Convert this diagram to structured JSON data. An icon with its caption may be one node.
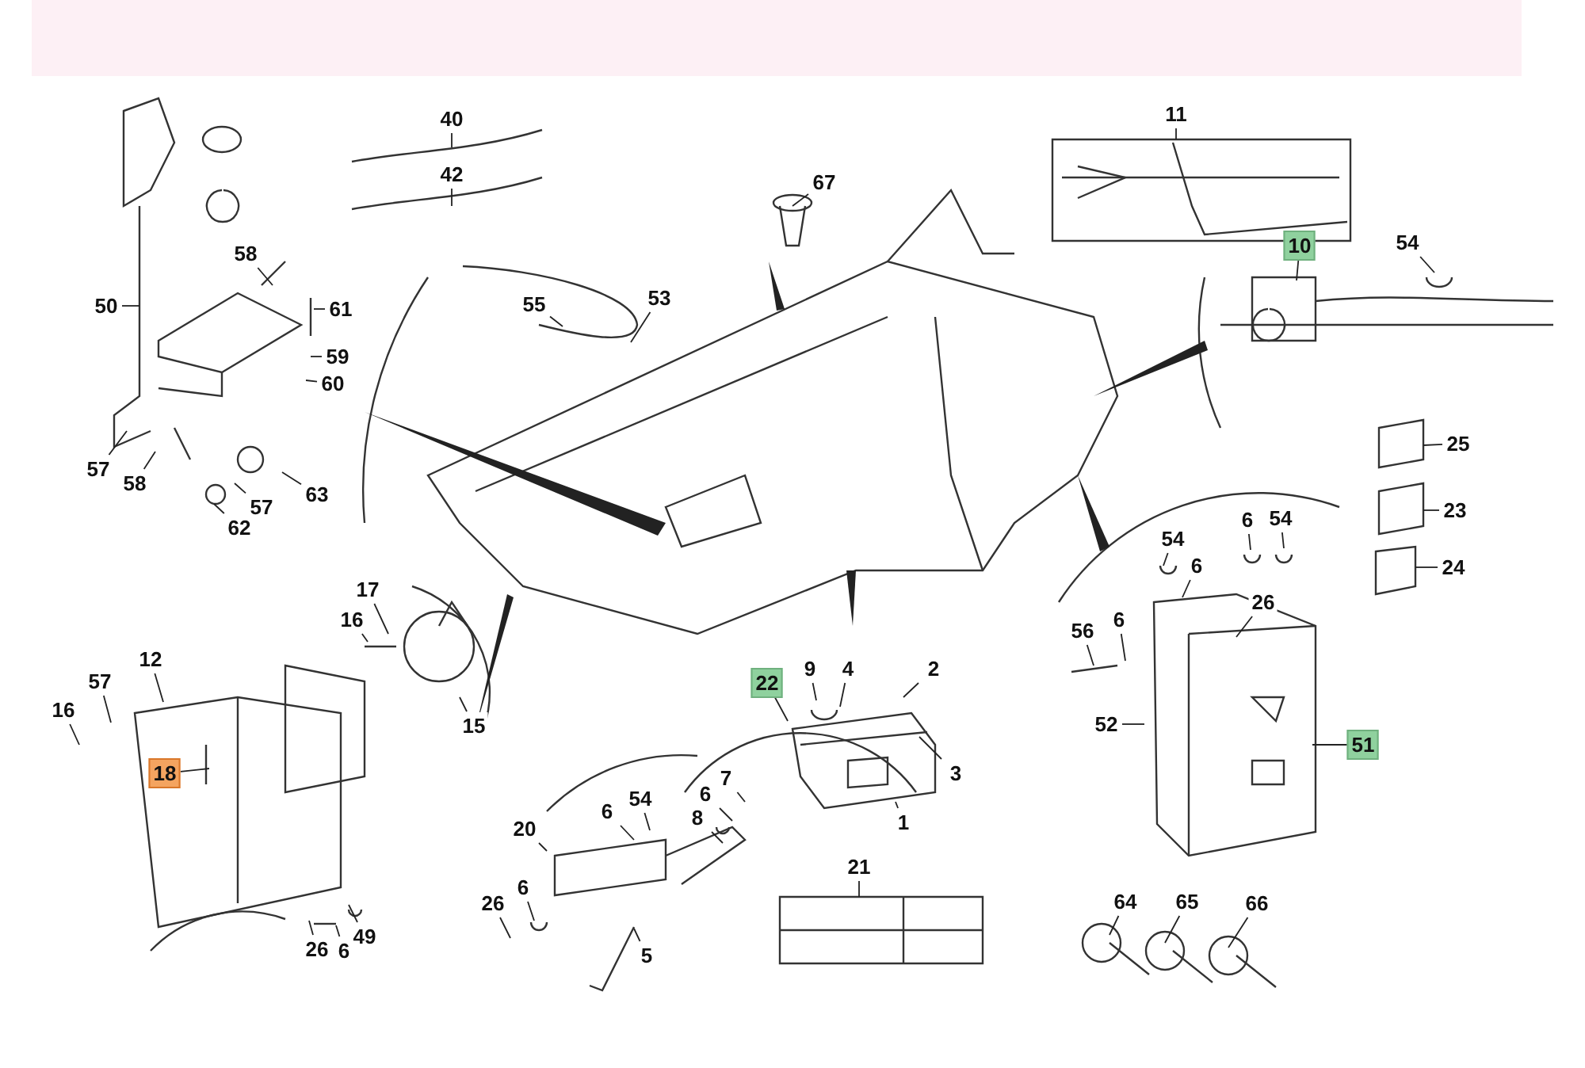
{
  "diagram": {
    "nodes": [
      {
        "text": [
          "40"
        ]
      },
      {
        "text": [
          "42"
        ]
      },
      {
        "text": [
          "11"
        ]
      },
      {
        "text": [
          "67"
        ]
      },
      {
        "text": [
          "58"
        ]
      },
      {
        "text": [
          "61"
        ]
      },
      {
        "text": [
          "50"
        ]
      },
      {
        "text": [
          "10"
        ]
      },
      {
        "text": [
          "54"
        ]
      },
      {
        "text": [
          "55"
        ]
      },
      {
        "text": [
          "53"
        ]
      },
      {
        "text": [
          "59"
        ]
      },
      {
        "text": [
          "60"
        ]
      },
      {
        "text": [
          "25"
        ]
      },
      {
        "text": [
          "57"
        ]
      },
      {
        "text": [
          "58"
        ]
      },
      {
        "text": [
          "63"
        ]
      },
      {
        "text": [
          "57"
        ]
      },
      {
        "text": [
          "62"
        ]
      },
      {
        "text": [
          "23"
        ]
      },
      {
        "text": [
          "54"
        ]
      },
      {
        "text": [
          "6"
        ]
      },
      {
        "text": [
          "54"
        ]
      },
      {
        "text": [
          "6"
        ]
      },
      {
        "text": [
          "24"
        ]
      },
      {
        "text": [
          "17"
        ]
      },
      {
        "text": [
          "16"
        ]
      },
      {
        "text": [
          "26"
        ]
      },
      {
        "text": [
          "56"
        ]
      },
      {
        "text": [
          "6"
        ]
      },
      {
        "text": [
          "12"
        ]
      },
      {
        "text": [
          "57"
        ]
      },
      {
        "text": [
          "16"
        ]
      },
      {
        "text": [
          "22"
        ]
      },
      {
        "text": [
          "9"
        ]
      },
      {
        "text": [
          "4"
        ]
      },
      {
        "text": [
          "2"
        ]
      },
      {
        "text": [
          "15"
        ]
      },
      {
        "text": [
          "52"
        ]
      },
      {
        "text": [
          "51"
        ]
      },
      {
        "text": [
          "18"
        ]
      },
      {
        "text": [
          "7"
        ]
      },
      {
        "text": [
          "3"
        ]
      },
      {
        "text": [
          "6"
        ]
      },
      {
        "text": [
          "54"
        ]
      },
      {
        "text": [
          "8"
        ]
      },
      {
        "text": [
          "6"
        ]
      },
      {
        "text": [
          "20"
        ]
      },
      {
        "text": [
          "1"
        ]
      },
      {
        "text": [
          "21"
        ]
      },
      {
        "text": [
          "64"
        ]
      },
      {
        "text": [
          "65"
        ]
      },
      {
        "text": [
          "66"
        ]
      },
      {
        "text": [
          "6"
        ]
      },
      {
        "text": [
          "26"
        ]
      },
      {
        "text": [
          "26"
        ]
      },
      {
        "text": [
          "6"
        ]
      },
      {
        "text": [
          "49"
        ]
      },
      {
        "text": [
          "5"
        ]
      }
    ],
    "edges": [
      {
        "from": 0,
        "to": null,
        "arrow": "none"
      },
      {
        "from": 1,
        "to": null,
        "arrow": "none"
      },
      {
        "from": 2,
        "to": null,
        "arrow": "none"
      },
      {
        "from": 3,
        "to": null,
        "arrow": "none"
      },
      {
        "from": 4,
        "to": null,
        "arrow": "none"
      },
      {
        "from": 5,
        "to": null,
        "arrow": "none"
      },
      {
        "from": 6,
        "to": null,
        "arrow": "none"
      },
      {
        "from": 7,
        "to": null,
        "arrow": "none"
      },
      {
        "from": 8,
        "to": null,
        "arrow": "none"
      },
      {
        "from": 9,
        "to": null,
        "arrow": "none"
      },
      {
        "from": 10,
        "to": null,
        "arrow": "none"
      },
      {
        "from": 11,
        "to": null,
        "arrow": "none"
      },
      {
        "from": 12,
        "to": null,
        "arrow": "none"
      },
      {
        "from": 13,
        "to": null,
        "arrow": "none"
      },
      {
        "from": 14,
        "to": null,
        "arrow": "none"
      },
      {
        "from": 15,
        "to": null,
        "arrow": "none"
      },
      {
        "from": 16,
        "to": null,
        "arrow": "none"
      },
      {
        "from": 17,
        "to": null,
        "arrow": "none"
      },
      {
        "from": 18,
        "to": null,
        "arrow": "none"
      },
      {
        "from": 19,
        "to": null,
        "arrow": "none"
      },
      {
        "from": 20,
        "to": null,
        "arrow": "none"
      },
      {
        "from": 21,
        "to": null,
        "arrow": "none"
      },
      {
        "from": 22,
        "to": null,
        "arrow": "none"
      },
      {
        "from": 23,
        "to": null,
        "arrow": "none"
      },
      {
        "from": 24,
        "to": null,
        "arrow": "none"
      },
      {
        "from": 25,
        "to": null,
        "arrow": "none"
      },
      {
        "from": 26,
        "to": null,
        "arrow": "none"
      },
      {
        "from": 27,
        "to": null,
        "arrow": "none"
      },
      {
        "from": 28,
        "to": null,
        "arrow": "none"
      },
      {
        "from": 29,
        "to": null,
        "arrow": "none"
      },
      {
        "from": 30,
        "to": null,
        "arrow": "none"
      },
      {
        "from": 31,
        "to": null,
        "arrow": "none"
      },
      {
        "from": 32,
        "to": null,
        "arrow": "none"
      },
      {
        "from": 33,
        "to": null,
        "arrow": "none"
      },
      {
        "from": 34,
        "to": null,
        "arrow": "none"
      },
      {
        "from": 35,
        "to": null,
        "arrow": "none"
      },
      {
        "from": 36,
        "to": null,
        "arrow": "none"
      },
      {
        "from": 37,
        "to": null,
        "arrow": "none"
      },
      {
        "from": 38,
        "to": null,
        "arrow": "none"
      },
      {
        "from": 39,
        "to": null,
        "arrow": "none"
      },
      {
        "from": 40,
        "to": null,
        "arrow": "none"
      },
      {
        "from": 41,
        "to": null,
        "arrow": "none"
      },
      {
        "from": 42,
        "to": null,
        "arrow": "none"
      },
      {
        "from": 43,
        "to": null,
        "arrow": "none"
      },
      {
        "from": 44,
        "to": null,
        "arrow": "none"
      },
      {
        "from": 45,
        "to": null,
        "arrow": "none"
      },
      {
        "from": 46,
        "to": null,
        "arrow": "none"
      },
      {
        "from": 47,
        "to": null,
        "arrow": "none"
      },
      {
        "from": 48,
        "to": null,
        "arrow": "none"
      },
      {
        "from": 49,
        "to": null,
        "arrow": "none"
      },
      {
        "from": 50,
        "to": null,
        "arrow": "none"
      },
      {
        "from": 51,
        "to": null,
        "arrow": "none"
      },
      {
        "from": 52,
        "to": null,
        "arrow": "none"
      },
      {
        "from": 53,
        "to": null,
        "arrow": "none"
      },
      {
        "from": 54,
        "to": null,
        "arrow": "none"
      },
      {
        "from": 55,
        "to": null,
        "arrow": "none"
      },
      {
        "from": 56,
        "to": null,
        "arrow": "none"
      },
      {
        "from": 57,
        "to": null,
        "arrow": "none"
      },
      {
        "from": 58,
        "to": null,
        "arrow": "none"
      }
    ]
  }
}
